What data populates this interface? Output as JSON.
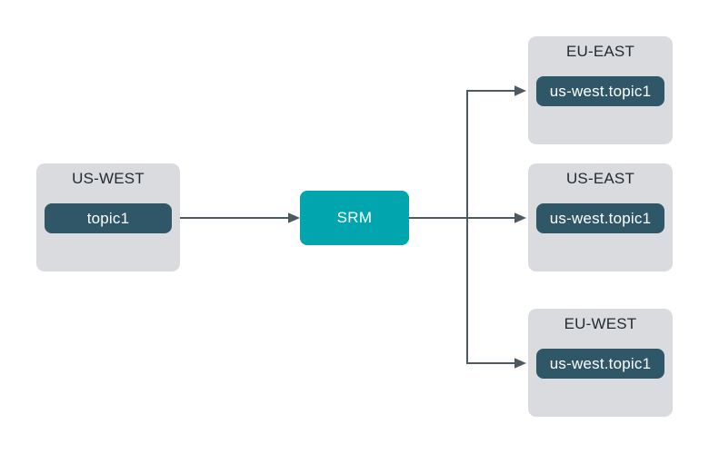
{
  "colors": {
    "background": "#ffffff",
    "cluster_fill": "#d9dbde",
    "cluster_label": "#232b31",
    "topic_fill": "#2f5767",
    "topic_text": "#ffffff",
    "srm_fill": "#00a5ae",
    "srm_text": "#ffffff",
    "connector": "#4e5a62"
  },
  "diagram": {
    "source_cluster": {
      "label": "US-WEST",
      "topic": "topic1"
    },
    "srm_label": "SRM",
    "target_clusters": [
      {
        "label": "EU-EAST",
        "topic": "us-west.topic1"
      },
      {
        "label": "US-EAST",
        "topic": "us-west.topic1"
      },
      {
        "label": "EU-WEST",
        "topic": "us-west.topic1"
      }
    ],
    "edges": [
      {
        "from": "US-WEST/topic1",
        "to": "SRM"
      },
      {
        "from": "SRM",
        "to": "EU-EAST/us-west.topic1"
      },
      {
        "from": "SRM",
        "to": "US-EAST/us-west.topic1"
      },
      {
        "from": "SRM",
        "to": "EU-WEST/us-west.topic1"
      }
    ]
  }
}
